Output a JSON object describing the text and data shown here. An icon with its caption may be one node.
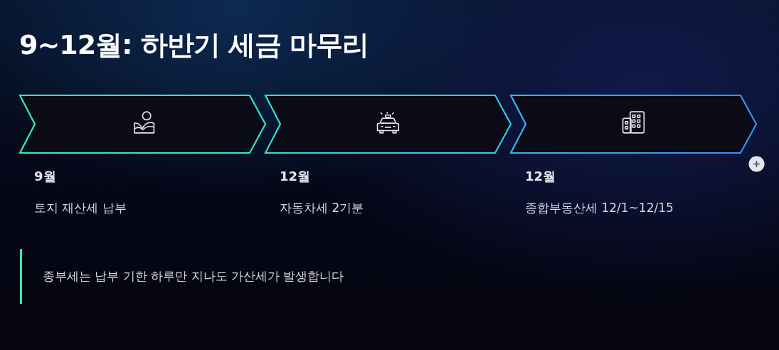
{
  "diagram": {
    "title": "9~12월: 하반기 세금 마무리",
    "nodes": [
      {
        "text": [],
        "shape": "chevron",
        "beside": [
          "9월",
          "토지 재산세 납부"
        ]
      },
      {
        "text": [],
        "shape": "chevron",
        "beside": [
          "12월",
          "자동차세 2기분"
        ]
      },
      {
        "text": [],
        "shape": "chevron",
        "beside": [
          "12월",
          "종합부동산세 12/1~12/15"
        ]
      }
    ],
    "labels": [
      "종부세는 납부 기한 하루만 지나도 가산세가 발생합니다"
    ]
  }
}
